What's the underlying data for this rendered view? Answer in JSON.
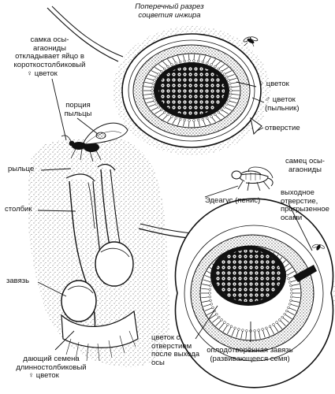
{
  "labels": {
    "title": "Поперечный разрез\nсоцветия инжира",
    "female_wasp": "самка осы-\nагаониды\nоткладывает яйцо в\nкороткостолбиковый",
    "female_wasp_flower": "♀ цветок",
    "pollen": "порция\nпыльцы",
    "flower_female": "♀ цветок",
    "flower_male": "♂ цветок\n(пыльник)",
    "opening": "отверстие",
    "stigma": "рыльце",
    "male_wasp": "самец осы-\nагаониды",
    "aedeagus": "Эдеагус (пенис)",
    "exit_hole": "выходное\nотверстие,\nпрогрызенное\nосами",
    "style": "столбик",
    "ovary": "завязь",
    "seed_flower": "дающий семена\nдлинностолбиковый",
    "seed_flower_sym": "♀ цветок",
    "flower_with_hole": "цветок с\nотверстием\nпосле выхода\nосы",
    "fertilized_ovary": "оплодотворённая завязь\n(развивающееся семя)"
  },
  "icons": [
    "fig-section-top",
    "fig-section-bottom",
    "female-wasp",
    "male-wasp",
    "flying-wasp",
    "flower-stalk-illustration"
  ],
  "colors": {
    "ink": "#111111",
    "paper": "#ffffff"
  }
}
